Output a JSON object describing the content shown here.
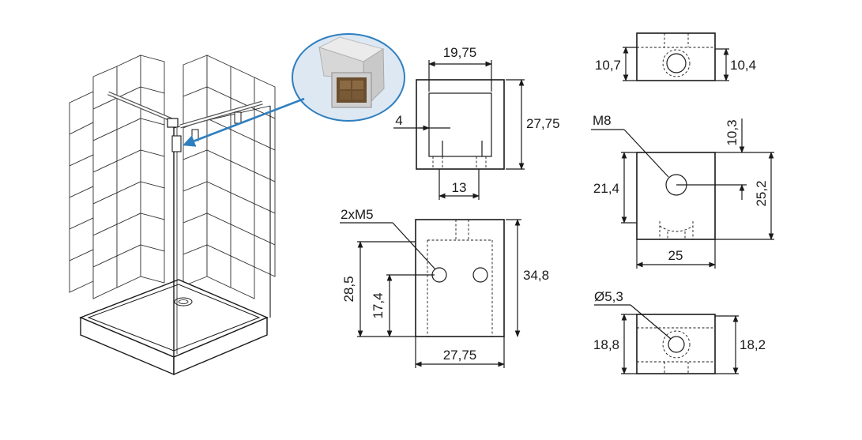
{
  "callout": {
    "product_icon": "square-glass-clamp-icon",
    "arrow_color": "#2f7fbf",
    "bubble_fill": "#dde8f3"
  },
  "view_front": {
    "top_width": "19,75",
    "offset": "4",
    "height": "27,75",
    "bottom_width": "13"
  },
  "view_side": {
    "holes": "2xM5",
    "hole_height": "28,5",
    "lower_height": "17,4",
    "height": "34,8",
    "width": "27,75"
  },
  "view_top": {
    "left": "10,7",
    "right": "10,4"
  },
  "view_mid": {
    "thread": "M8",
    "top_offset": "10,3",
    "left_height": "21,4",
    "right_height": "25,2",
    "width": "25"
  },
  "view_bottom": {
    "hole": "Ø5,3",
    "left": "18,8",
    "right": "18,2"
  }
}
